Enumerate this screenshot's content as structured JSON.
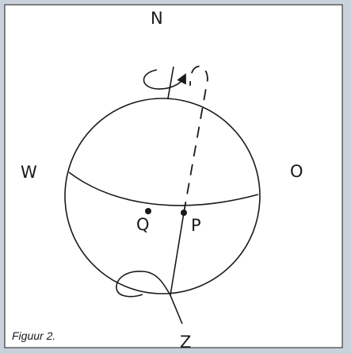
{
  "labels": {
    "north": "N",
    "south": "Z",
    "west": "W",
    "east": "O",
    "point_q": "Q",
    "point_p": "P"
  },
  "caption": "Figuur 2.",
  "colors": {
    "background_text": "#c9d2da",
    "panel": "#ffffff",
    "ink": "#1a1a1a"
  }
}
